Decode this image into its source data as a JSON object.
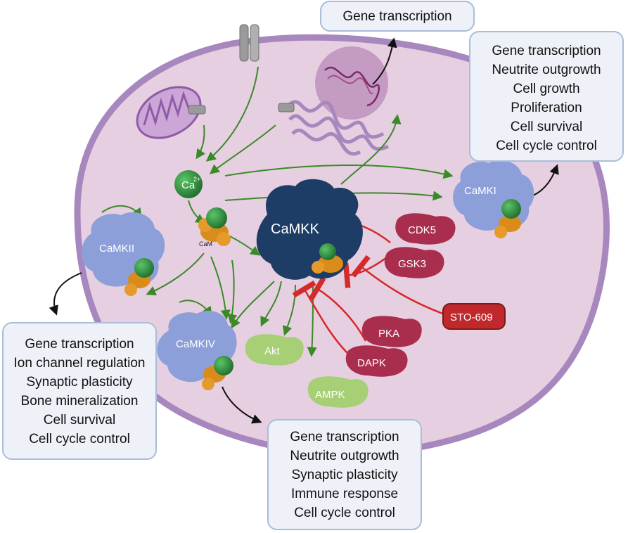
{
  "nodes": {
    "ca": "Ca",
    "ca_sup": "2+",
    "cam": "CaM",
    "camkk": "CaMKK",
    "camki": "CaMKI",
    "camkii": "CaMKII",
    "camkiv": "CaMKIV",
    "cdk5": "CDK5",
    "gsk3": "GSK3",
    "sto609": "STO-609",
    "pka": "PKA",
    "dapk": "DAPK",
    "akt": "Akt",
    "ampk": "AMPK"
  },
  "boxes": {
    "top": [
      "Gene transcription"
    ],
    "top_right": [
      "Gene transcription",
      "Neutrite outgrowth",
      "Cell growth",
      "Proliferation",
      "Cell survival",
      "Cell cycle control"
    ],
    "left": [
      "Gene transcription",
      "Ion channel regulation",
      "Synaptic plasticity",
      "Bone mineralization",
      "Cell survival",
      "Cell cycle control"
    ],
    "bottom": [
      "Gene transcription",
      "Neutrite outgrowth",
      "Synaptic plasticity",
      "Immune response",
      "Cell cycle control"
    ]
  },
  "colors": {
    "cell_fill": "#e6cfe0",
    "cell_border": "#a887bf",
    "nucleus": "#c49bc3",
    "camkk": "#1d3d66",
    "camk_blue": "#8c9fd9",
    "calmodulin": "#2e8b3c",
    "cam_domain": "#d98c1a",
    "inhibitor": "#a92e4e",
    "sto609": "#c0282c",
    "downstream_green": "#a6cf76",
    "activation_arrow": "#3a8a28",
    "inhibition_line": "#d42a2a"
  }
}
